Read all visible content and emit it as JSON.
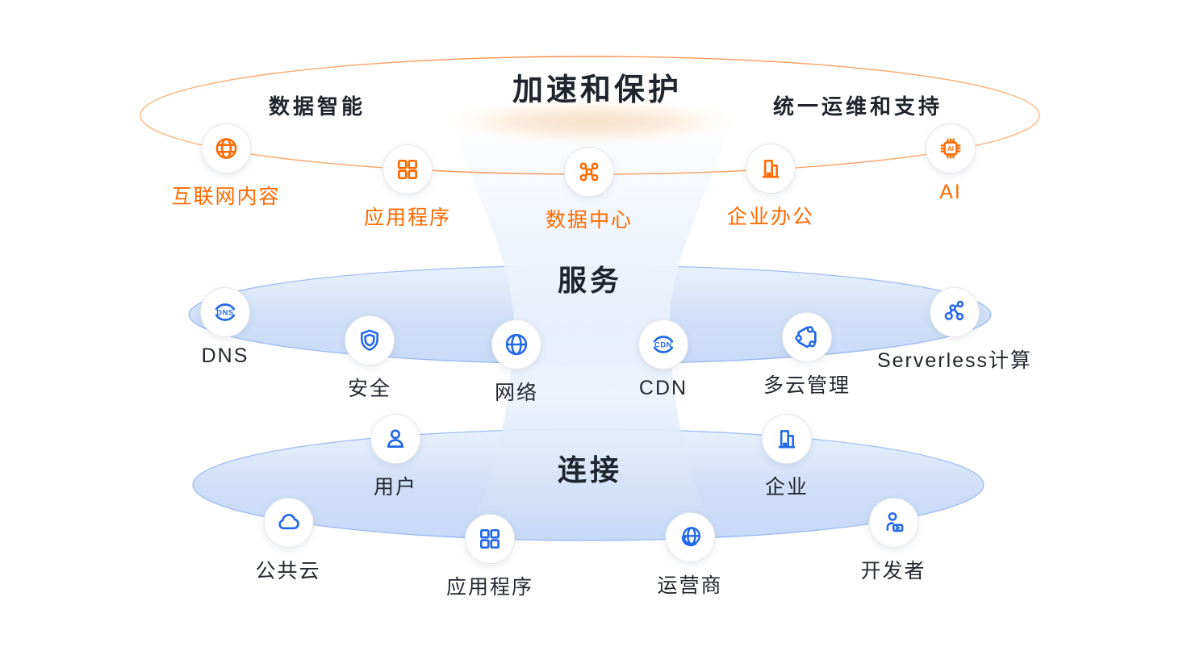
{
  "colors": {
    "orange": "#FF6A00",
    "blue": "#2368EA",
    "text_dark": "#1F242D",
    "orange_ring_stroke": "#FF9655",
    "blue_ring_stroke": "#5A8AEB"
  },
  "tiers": {
    "top": {
      "title": "加速和保护",
      "sub_left": "数据智能",
      "sub_right": "统一运维和支持",
      "nodes": [
        {
          "label": "互联网内容",
          "icon": "globe-icon"
        },
        {
          "label": "应用程序",
          "icon": "app-grid-icon"
        },
        {
          "label": "数据中心",
          "icon": "data-center-icon"
        },
        {
          "label": "企业办公",
          "icon": "office-building-icon"
        },
        {
          "label": "AI",
          "icon": "ai-chip-icon"
        }
      ]
    },
    "middle": {
      "title": "服务",
      "nodes": [
        {
          "label": "DNS",
          "icon": "dns-globe-icon"
        },
        {
          "label": "安全",
          "icon": "shield-icon"
        },
        {
          "label": "网络",
          "icon": "network-globe-icon"
        },
        {
          "label": "CDN",
          "icon": "cdn-globe-icon"
        },
        {
          "label": "多云管理",
          "icon": "hexagon-nodes-icon"
        },
        {
          "label": "Serverless计算",
          "icon": "molecule-nodes-icon"
        }
      ]
    },
    "bottom": {
      "title": "连接",
      "nodes": [
        {
          "label": "用户",
          "icon": "user-icon"
        },
        {
          "label": "企业",
          "icon": "enterprise-building-icon"
        },
        {
          "label": "公共云",
          "icon": "cloud-icon"
        },
        {
          "label": "应用程序",
          "icon": "app-grid-icon"
        },
        {
          "label": "运营商",
          "icon": "carrier-globe-icon"
        },
        {
          "label": "开发者",
          "icon": "developer-icon"
        }
      ]
    }
  }
}
